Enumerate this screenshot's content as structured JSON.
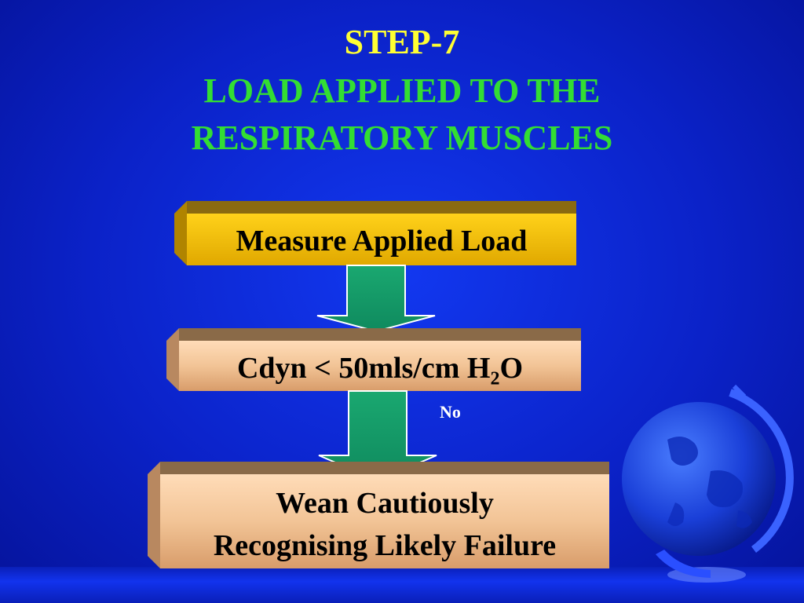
{
  "title": {
    "line1": "STEP-7",
    "line2": "LOAD APPLIED TO THE",
    "line3": "RESPIRATORY MUSCLES"
  },
  "boxes": {
    "box1": "Measure Applied Load",
    "box2_main": "Cdyn < 50mls/cm H",
    "box2_sub": "2",
    "box2_end": "O",
    "box3_line1": "Wean Cautiously",
    "box3_line2": "Recognising Likely Failure"
  },
  "labels": {
    "no": "No"
  },
  "colors": {
    "background": "#0b22c8",
    "title_step": "#ffff33",
    "title_text": "#33dd33",
    "box1_fill": "#e6b800",
    "box_tan_fill": "#f0c8a0",
    "arrow_fill": "#1a9a6a"
  },
  "icons": {
    "decoration": "globe-icon"
  }
}
